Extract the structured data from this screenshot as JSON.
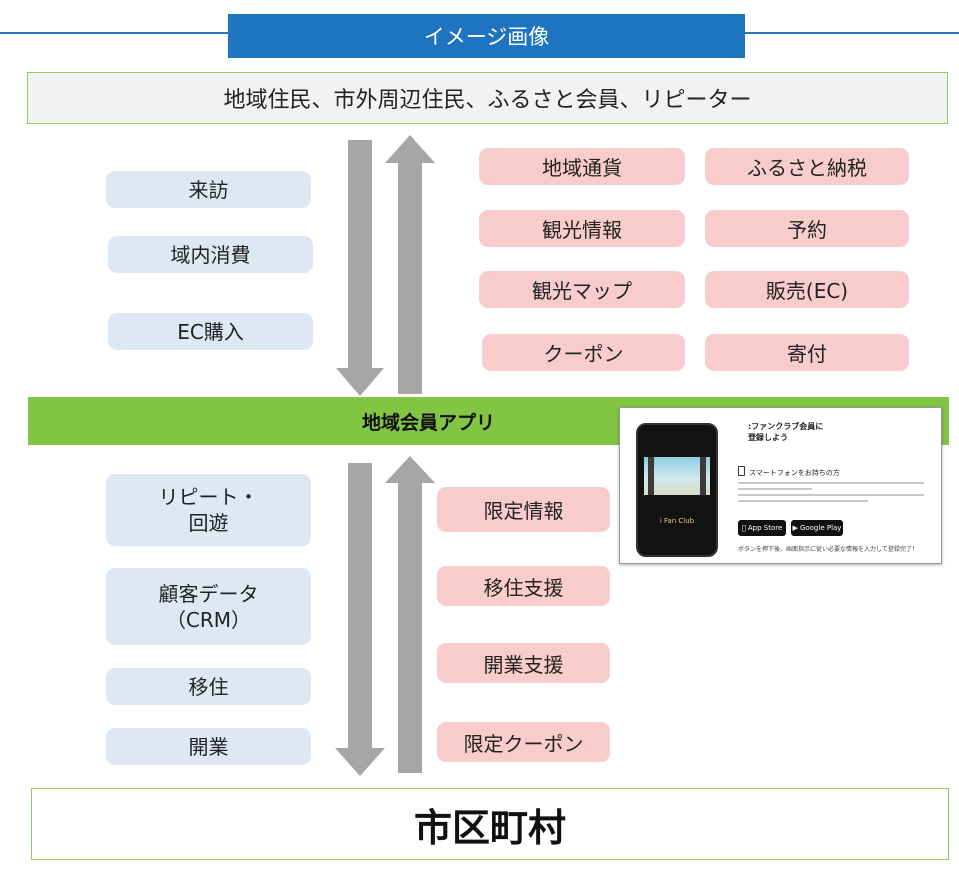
{
  "banner": "イメージ画像",
  "top_box": "地域住民、市外周辺住民、ふるさと会員、リピーター",
  "upper_left": [
    "来訪",
    "域内消費",
    "EC購入"
  ],
  "upper_right_col1": [
    "地域通貨",
    "観光情報",
    "観光マップ",
    "クーポン"
  ],
  "upper_right_col2": [
    "ふるさと納税",
    "予約",
    "販売(EC)",
    "寄付"
  ],
  "middle_bar": "地域会員アプリ",
  "lower_left": [
    "リピート・\n回遊",
    "顧客データ\n（CRM）",
    "移住",
    "開業"
  ],
  "lower_right": [
    "限定情報",
    "移住支援",
    "開業支援",
    "限定クーポン"
  ],
  "bottom_box": "市区町村",
  "app_screenshot": {
    "title_line1": ":ファンクラブ会員に",
    "title_line2": "登録しよう",
    "subheading": "スマートフォンをお持ちの方",
    "phone_label": "i Fan Club",
    "app_store": "App Store",
    "google_play": "Google Play",
    "footer_note": "ボタンを押下後、画面指示に従い必要な情報を入力して登録完了！"
  },
  "colors": {
    "banner": "#1f74c1",
    "middle_bar": "#82c542",
    "blue_box": "#dde8f4",
    "pink_box": "#f9cccc",
    "arrow": "#a6a6a6"
  }
}
